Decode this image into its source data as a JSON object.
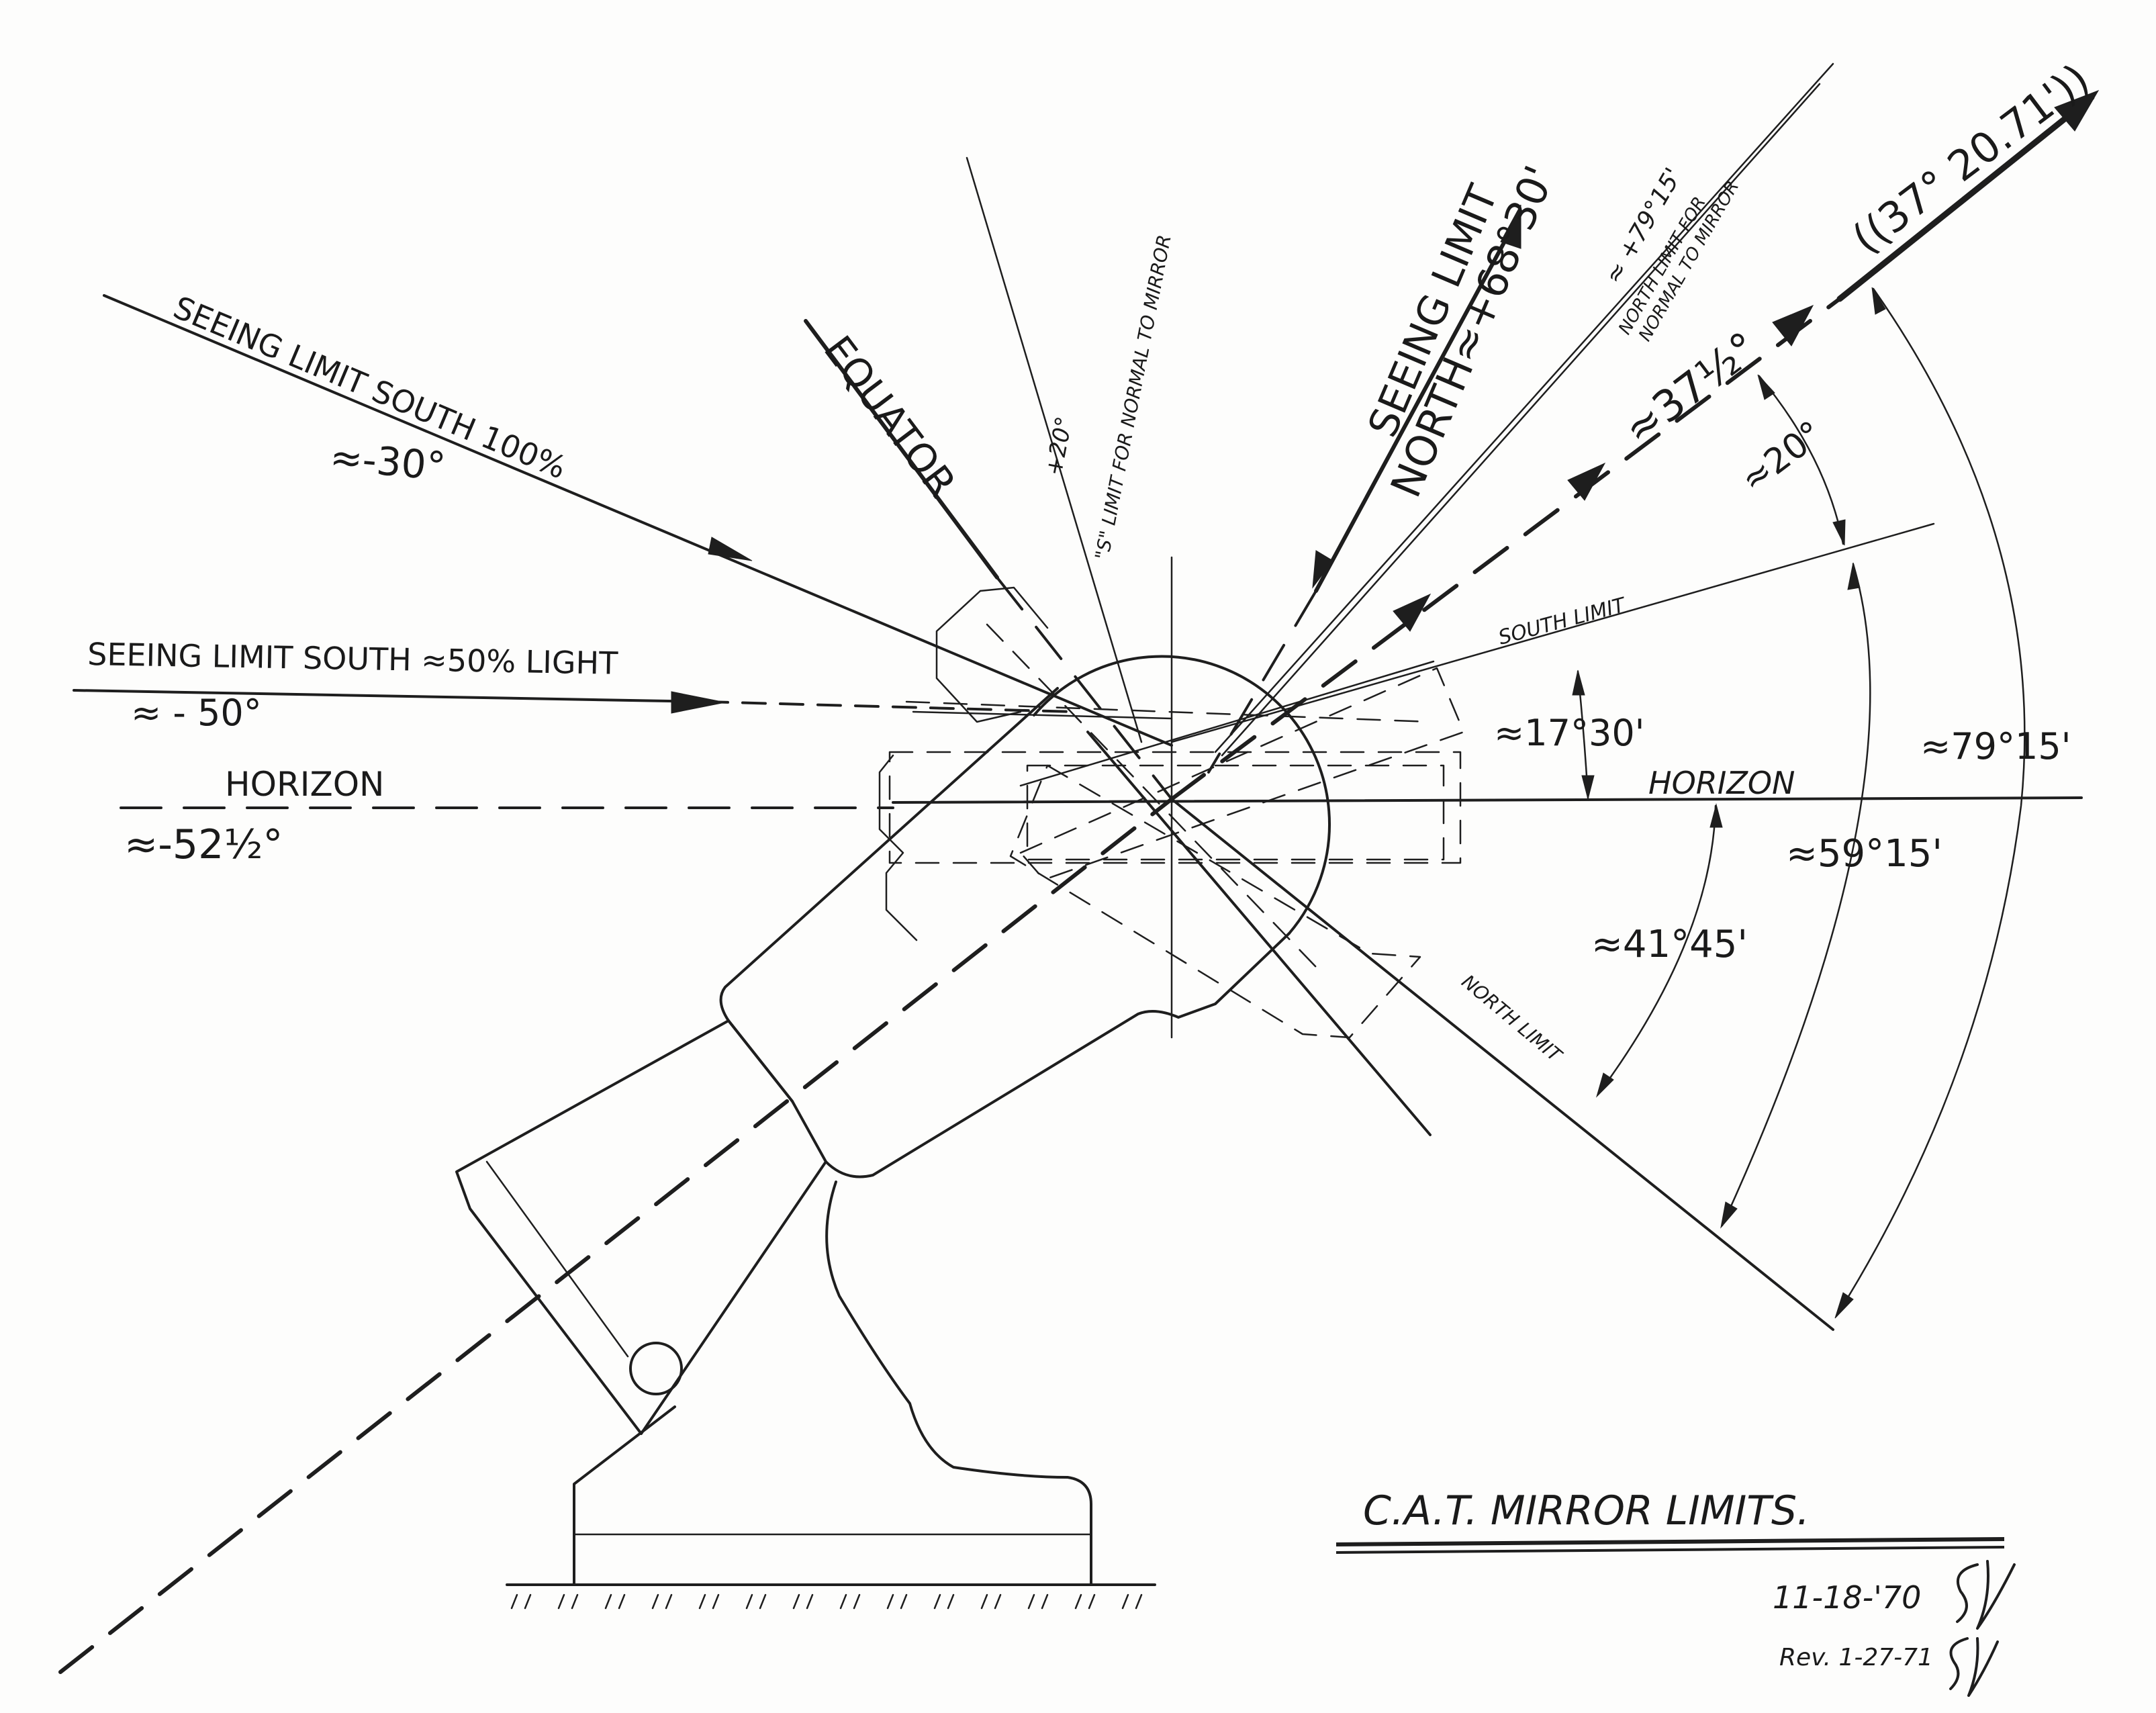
{
  "drawing": {
    "title": "C.A.T. MIRROR LIMITS.",
    "date": "11-18-'70",
    "revision": "Rev. 1-27-71",
    "initials": "SJ"
  },
  "labels": {
    "seeing_limit_south_100": "SEEING LIMIT SOUTH 100%",
    "seeing_limit_south_100_angle": "≈-30°",
    "seeing_limit_south_50": "SEEING LIMIT SOUTH ≈50% LIGHT",
    "seeing_limit_south_50_angle": "≈ - 50°",
    "horizon_left": "HORIZON",
    "horizon_left_angle": "≈-52½°",
    "equator": "EQUATOR",
    "s_limit_normal": "+20°",
    "s_limit_normal_note": "\"S\" LIMIT FOR NORMAL TO MIRROR",
    "seeing_limit_north": "SEEING LIMIT",
    "seeing_limit_north_angle": "NORTH≈+68°30'",
    "north_limit_normal_angle": "≈ +79°15'",
    "north_limit_normal_note1": "NORTH LIMIT FOR",
    "north_limit_normal_note2": "NORMAL TO MIRROR",
    "axis_angle": "≈37½°",
    "axis_angle_exact": "((37° 20.71'))",
    "angle_20": "≈20°",
    "south_limit": "SOUTH LIMIT",
    "angle_17_30": "≈17°30'",
    "horizon_right": "HORIZON",
    "angle_79_15": "≈79°15'",
    "angle_59_15": "≈59°15'",
    "angle_41_45": "≈41°45'",
    "north_limit": "NORTH LIMIT"
  }
}
